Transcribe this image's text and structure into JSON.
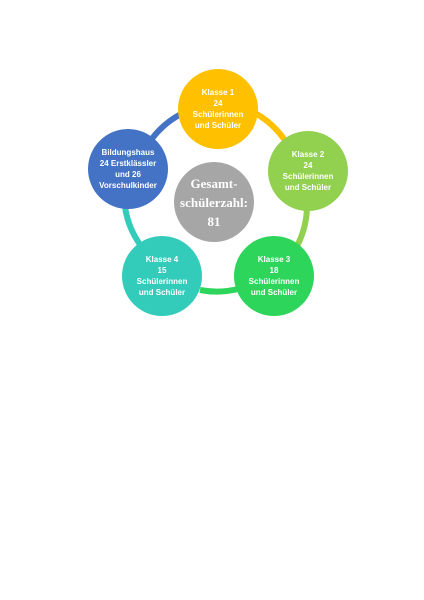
{
  "center": {
    "line1": "Gesamt-",
    "line2": "schülerzahl:",
    "line3": "81",
    "color": "#a6a6a6"
  },
  "nodes": [
    {
      "id": "klasse-1",
      "lines": [
        "Klasse 1",
        "24",
        "Schülerinnen",
        "und Schüler"
      ],
      "color": "#ffc000"
    },
    {
      "id": "klasse-2",
      "lines": [
        "Klasse 2",
        "24",
        "Schülerinnen",
        "und Schüler"
      ],
      "color": "#92d050"
    },
    {
      "id": "klasse-3",
      "lines": [
        "Klasse 3",
        "18",
        "Schülerinnen",
        "und Schüler"
      ],
      "color": "#2dd65a"
    },
    {
      "id": "klasse-4",
      "lines": [
        "Klasse 4",
        "15",
        "Schülerinnen",
        "und Schüler"
      ],
      "color": "#33ccbb"
    },
    {
      "id": "bildungshaus",
      "lines": [
        "Bildungshaus",
        "24 Erstklässler",
        "und 26",
        "Vorschulkinder"
      ],
      "color": "#4472c4"
    }
  ]
}
